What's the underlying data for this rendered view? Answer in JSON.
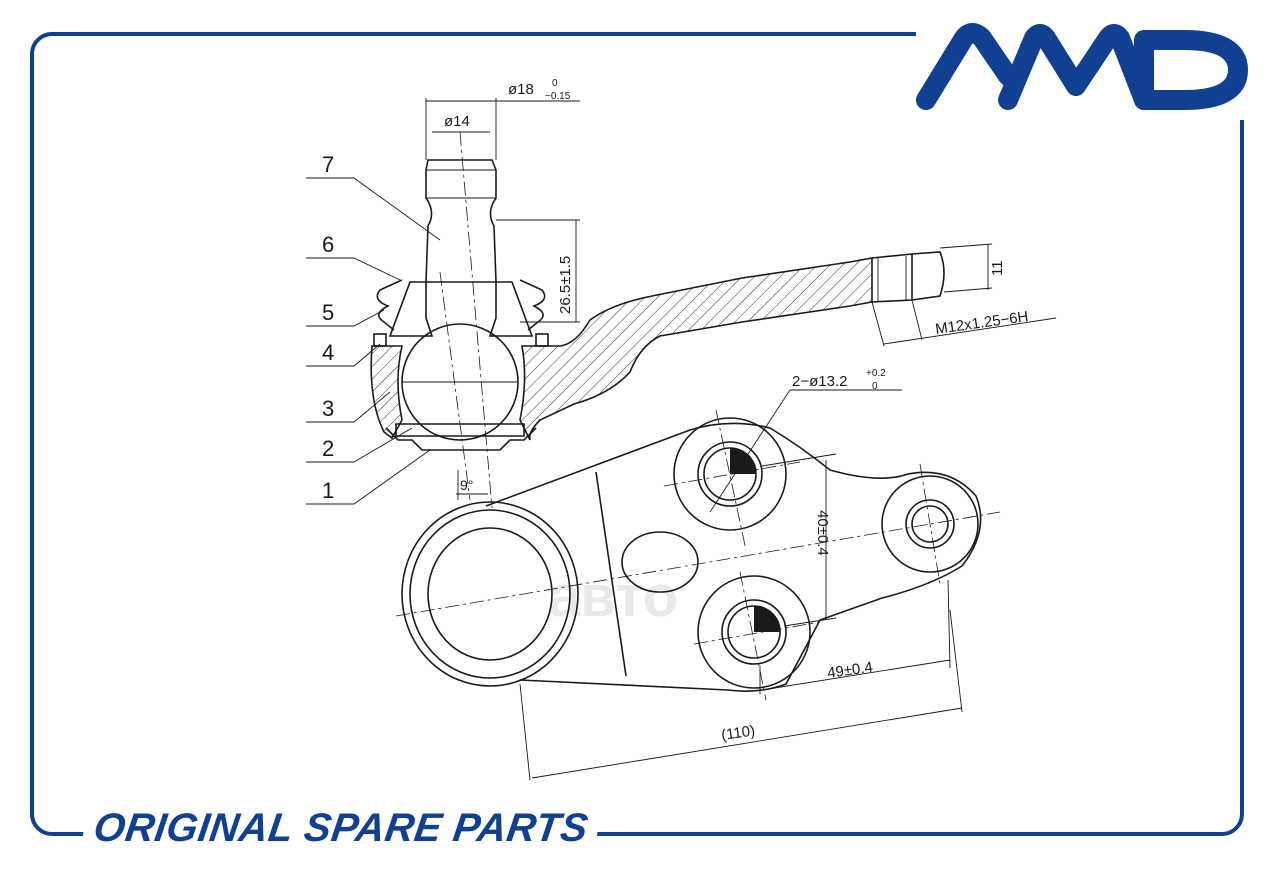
{
  "brand": {
    "logo_text": "AMD",
    "tagline": "ORIGINAL SPARE PARTS",
    "brand_color": "#10408f",
    "watermark": "авто"
  },
  "drawing": {
    "dimensions": {
      "stud_outer_dia": "ø18",
      "stud_outer_tol_upper": "0",
      "stud_outer_tol_lower": "−0.15",
      "stud_inner_dia": "ø14",
      "stud_height": "26.5±1.5",
      "angle": "9°",
      "thread_length": "11",
      "thread": "M12x1.25−6H",
      "holes": "2−ø13.2",
      "holes_tol_upper": "+0.2",
      "holes_tol_lower": "0",
      "hole_spacing_vertical": "40±0.4",
      "hole_spacing_horizontal": "49±0.4",
      "overall_length": "(110)"
    },
    "callouts": [
      "7",
      "6",
      "5",
      "4",
      "3",
      "2",
      "1"
    ]
  }
}
